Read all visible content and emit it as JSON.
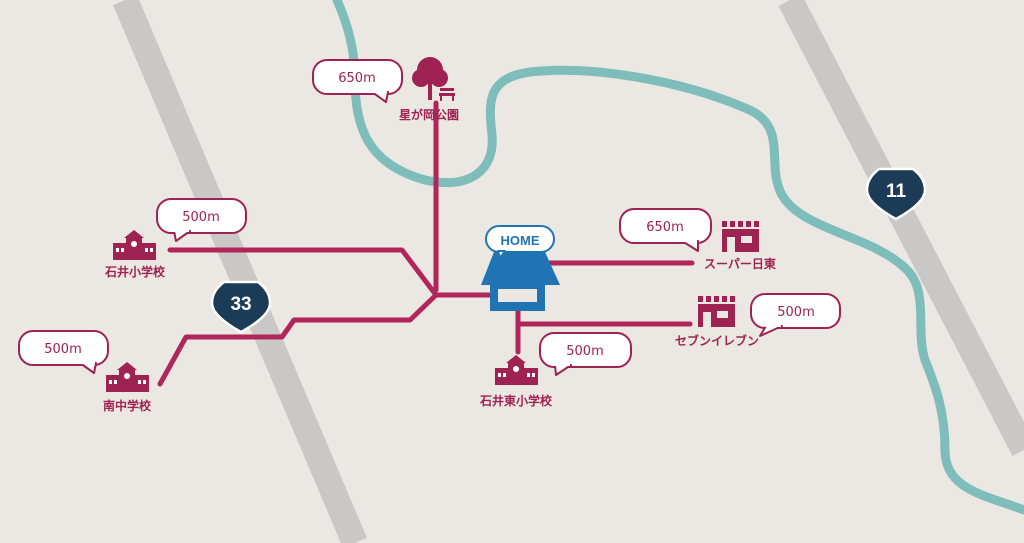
{
  "colors": {
    "background": "#ebe7e3",
    "highway": "#c9c8c6",
    "river": "#7fbdbb",
    "route_line": "#b0265a",
    "accent": "#9e2252",
    "home": "#2174b3",
    "shield": "#1c3b56",
    "bubble_fill": "#ffffff"
  },
  "home": {
    "label": "HOME",
    "icon": "house-icon"
  },
  "highways": [
    {
      "number": "33",
      "icon": "route-shield-icon"
    },
    {
      "number": "11",
      "icon": "route-shield-icon"
    }
  ],
  "places": [
    {
      "name": "星が岡公園",
      "distance": "650m",
      "icon": "park-tree-icon"
    },
    {
      "name": "石井小学校",
      "distance": "500m",
      "icon": "school-icon"
    },
    {
      "name": "南中学校",
      "distance": "500m",
      "icon": "school-icon"
    },
    {
      "name": "石井東小学校",
      "distance": "500m",
      "icon": "school-icon"
    },
    {
      "name": "スーパー日東",
      "distance": "650m",
      "icon": "store-icon"
    },
    {
      "name": "セブンイレブン",
      "distance": "500m",
      "icon": "store-icon"
    }
  ]
}
